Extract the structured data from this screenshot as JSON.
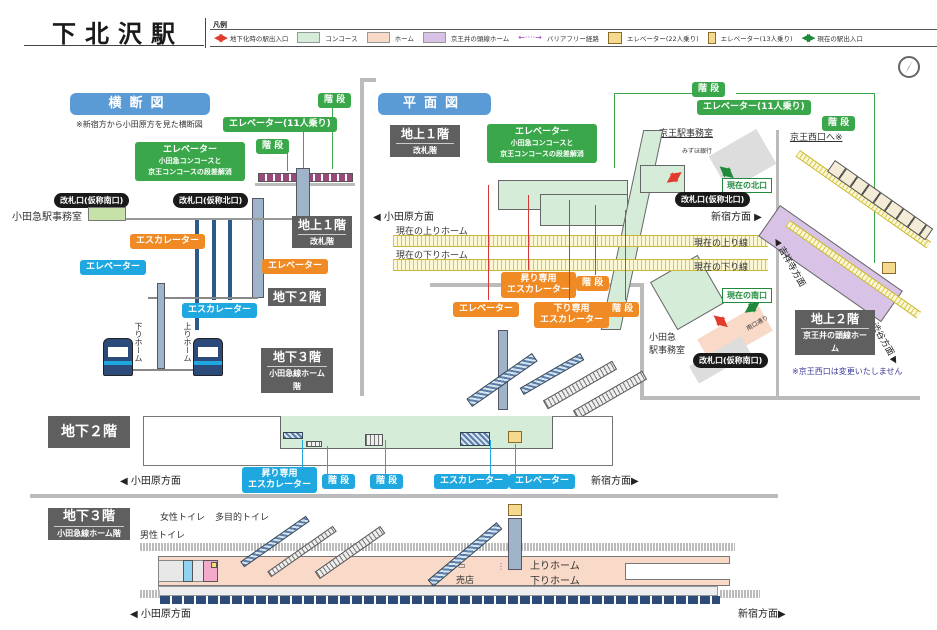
{
  "title": "下北沢駅",
  "legend": {
    "heading": "凡例",
    "items": [
      {
        "icon": "red-double-arrow-icon",
        "label": "地下化時の駅出入口"
      },
      {
        "swatch": "#d5ecd8",
        "label": "コンコース"
      },
      {
        "swatch": "#f9d9c8",
        "label": "ホーム"
      },
      {
        "swatch": "#d8c3e6",
        "label": "京王井の頭線ホーム"
      },
      {
        "icon": "purple-dotted-arrow-icon",
        "label": "バリアフリー経路"
      },
      {
        "icon": "elevator-22-icon",
        "label": "エレベーター(22人乗り)"
      },
      {
        "icon": "elevator-13-icon",
        "label": "エレベーター(13人乗り)"
      },
      {
        "icon": "green-double-arrow-icon",
        "label": "現在の駅出入口"
      }
    ]
  },
  "colors": {
    "concourse": "#d5ecd8",
    "platform": "#f9d9c8",
    "keio_platform": "#d8c3e6",
    "label_green": "#3aa84a",
    "label_orange": "#f08a24",
    "label_blue": "#1fa8e0",
    "section_header": "#5b9bd5",
    "floor_box": "#5f5f5f",
    "exit_new": "#e03b2c",
    "exit_current": "#1f8a3c"
  },
  "cross_section": {
    "header": "横断図",
    "note": "※新宿方から小田原方を見た横断図",
    "labels": {
      "elevator_11": "エレベーター(11人乗り)",
      "stairs_top": "階 段",
      "stairs_mid": "階 段",
      "elevator_barrier_title": "エレベーター",
      "elevator_barrier_sub1": "小田急コンコースと",
      "elevator_barrier_sub2": "京王コンコースの段差解消",
      "gate_south": "改札口(仮称南口)",
      "gate_north": "改札口(仮称北口)",
      "odakyu_office": "小田急駅事務室",
      "escalator_orange": "エスカレーター",
      "elevator_orange": "エレベーター",
      "elevator_blue": "エレベーター",
      "escalator_blue": "エスカレーター",
      "down_platform": "下りホーム",
      "up_platform": "上りホーム"
    },
    "floors": [
      {
        "main": "地上１階",
        "sub": "改札階"
      },
      {
        "main": "地下２階",
        "sub": ""
      },
      {
        "main": "地下３階",
        "sub": "小田急線ホーム階"
      }
    ]
  },
  "plan": {
    "header": "平面図",
    "floor_1f": {
      "main": "地上１階",
      "sub": "改札階"
    },
    "labels": {
      "stairs_a": "階 段",
      "elevator_11": "エレベーター(11人乗り)",
      "stairs_b": "階 段",
      "elevator_barrier_title": "エレベーター",
      "elevator_barrier_sub1": "小田急コンコースと",
      "elevator_barrier_sub2": "京王コンコースの段差解消",
      "keio_office": "京王駅事務室",
      "mizuho_bank": "みずほ銀行",
      "current_north_exit": "現在の北口",
      "gate_north": "改札口(仮称北口)",
      "keio_west_exit": "京王西口へ※",
      "odawara_dir": "◀ 小田原方面",
      "shinjuku_dir": "新宿方面 ▶",
      "current_up_platform": "現在の上りホーム",
      "current_down_platform": "現在の下りホーム",
      "current_up_line": "現在の上り線",
      "current_down_line": "現在の下り線",
      "up_only_escalator_1": "昇り専用",
      "up_only_escalator_2": "エスカレーター",
      "stairs_c": "階 段",
      "elevator_orange": "エレベーター",
      "down_only_escalator_1": "下り専用",
      "down_only_escalator_2": "エスカレーター",
      "stairs_d": "階 段",
      "current_south_exit": "現在の南口",
      "south_street": "南口通り",
      "odakyu_office_1": "小田急",
      "odakyu_office_2": "駅事務室",
      "gate_south": "改札口(仮称南口)",
      "kichijoji_dir": "◀ 吉祥寺方面",
      "shibuya_dir": "渋谷方面 ▶",
      "keio_note": "※京王西口は変更いたしません"
    },
    "floor_2f": {
      "main": "地上２階",
      "sub": "京王井の頭線ホーム"
    }
  },
  "b2": {
    "floor": "地下２階",
    "odawara_dir": "◀ 小田原方面",
    "shinjuku_dir": "新宿方面▶",
    "labels": {
      "up_only_escalator_1": "昇り専用",
      "up_only_escalator_2": "エスカレーター",
      "stairs_1": "階 段",
      "stairs_2": "階 段",
      "escalator": "エスカレーター",
      "elevator": "エレベーター"
    }
  },
  "b3": {
    "floor": {
      "main": "地下３階",
      "sub": "小田急線ホーム階"
    },
    "labels": {
      "womens_toilet": "女性トイレ",
      "multi_toilet": "多目的トイレ",
      "mens_toilet": "男性トイレ",
      "kiosk": "売店",
      "up_platform": "上りホーム",
      "down_platform": "下りホーム"
    },
    "odawara_dir": "◀ 小田原方面",
    "shinjuku_dir": "新宿方面▶"
  }
}
